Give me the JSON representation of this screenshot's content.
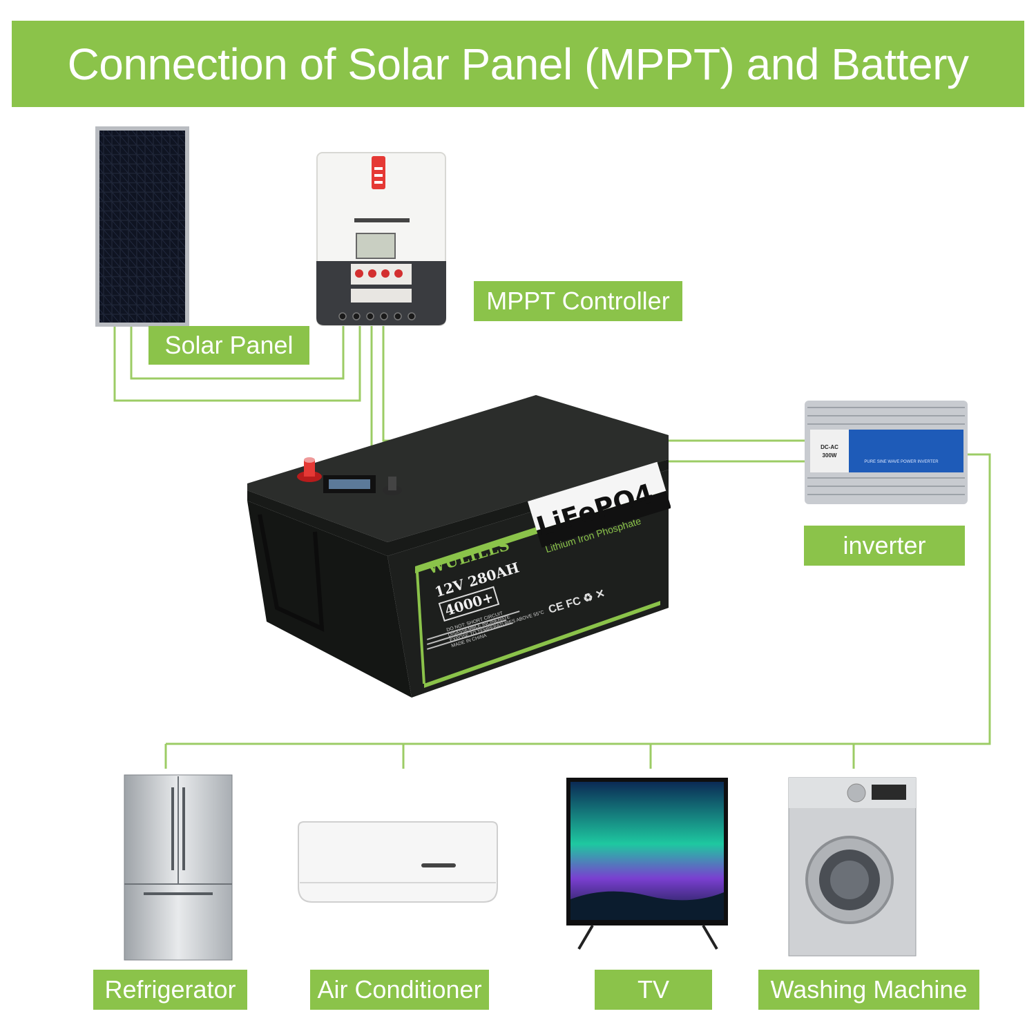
{
  "title": "Connection of Solar Panel (MPPT) and Battery",
  "labels": {
    "solar_panel": "Solar Panel",
    "mppt_controller": "MPPT Controller",
    "inverter": "inverter",
    "refrigerator": "Refrigerator",
    "air_conditioner": "Air Conditioner",
    "tv": "TV",
    "washing_machine": "Washing Machine"
  },
  "battery": {
    "brand": "WULILLS",
    "chemistry": "LiFePO4",
    "chemistry_full": "Lithium Iron Phosphate",
    "rating": "12V 280AH",
    "cycles": "4000+",
    "warning_title": "DO NOT:",
    "warnings": [
      "SHORT CIRCUIT",
      "DISASSEMBLE",
      "INCINERATE",
      "EXPOSE TO TEMPERATURES",
      "ABOVE 55°C"
    ],
    "origin": "MADE IN CHINA",
    "certs": "CE FC"
  },
  "inverter_device": {
    "badge": "DC-AC 300W",
    "model": "PURE SINE WAVE POWER INVERTER"
  },
  "colors": {
    "accent": "#8bc34a",
    "wire": "#9ccc65",
    "battery": "#1d1f1d"
  }
}
